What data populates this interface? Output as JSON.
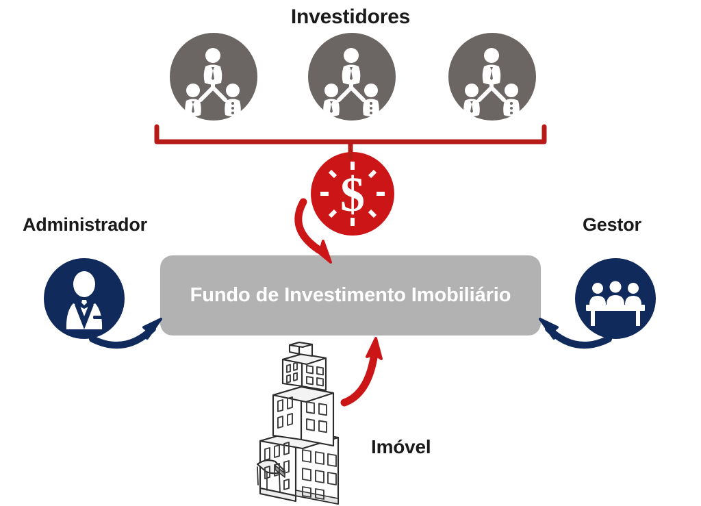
{
  "diagram": {
    "title": "Fundo de Investimento Imobiliário",
    "language": "pt-BR",
    "background_color": "#ffffff",
    "colors": {
      "red": "#cc1517",
      "navy": "#102a5c",
      "gray_circle": "#6b6563",
      "gray_bar": "#b2b2b2",
      "text_dark": "#1a1a1a",
      "white": "#ffffff"
    }
  },
  "labels": {
    "investors": "Investidores",
    "administrator": "Administrador",
    "manager": "Gestor",
    "property": "Imóvel"
  },
  "center": {
    "fund_label": "Fundo de Investimento Imobiliário"
  },
  "nodes": {
    "investors": [
      {
        "id": "investor-1",
        "icon": "people-network-icon",
        "label": "Investidores"
      },
      {
        "id": "investor-2",
        "icon": "people-network-icon",
        "label": "Investidores"
      },
      {
        "id": "investor-3",
        "icon": "people-network-icon",
        "label": "Investidores"
      }
    ],
    "money": {
      "icon": "dollar-shine-icon",
      "symbol": "$"
    },
    "administrator": {
      "icon": "businessman-icon",
      "label": "Administrador"
    },
    "manager": {
      "icon": "board-meeting-icon",
      "label": "Gestor"
    },
    "property": {
      "icon": "office-building-icon",
      "label": "Imóvel"
    }
  },
  "connectors": [
    {
      "name": "investors-bracket",
      "from": "investors",
      "to": "money",
      "color": "#cc1517",
      "style": "bracket"
    },
    {
      "name": "money-to-fund-arrow",
      "from": "money",
      "to": "fund",
      "color": "#cc1517",
      "style": "curved-arrow"
    },
    {
      "name": "administrator-to-fund-arrow",
      "from": "administrator",
      "to": "fund",
      "color": "#102a5c",
      "style": "curved-arrow"
    },
    {
      "name": "manager-to-fund-arrow",
      "from": "manager",
      "to": "fund",
      "color": "#102a5c",
      "style": "curved-arrow"
    },
    {
      "name": "property-to-fund-arrow",
      "from": "property",
      "to": "fund",
      "color": "#cc1517",
      "style": "curved-arrow"
    }
  ]
}
